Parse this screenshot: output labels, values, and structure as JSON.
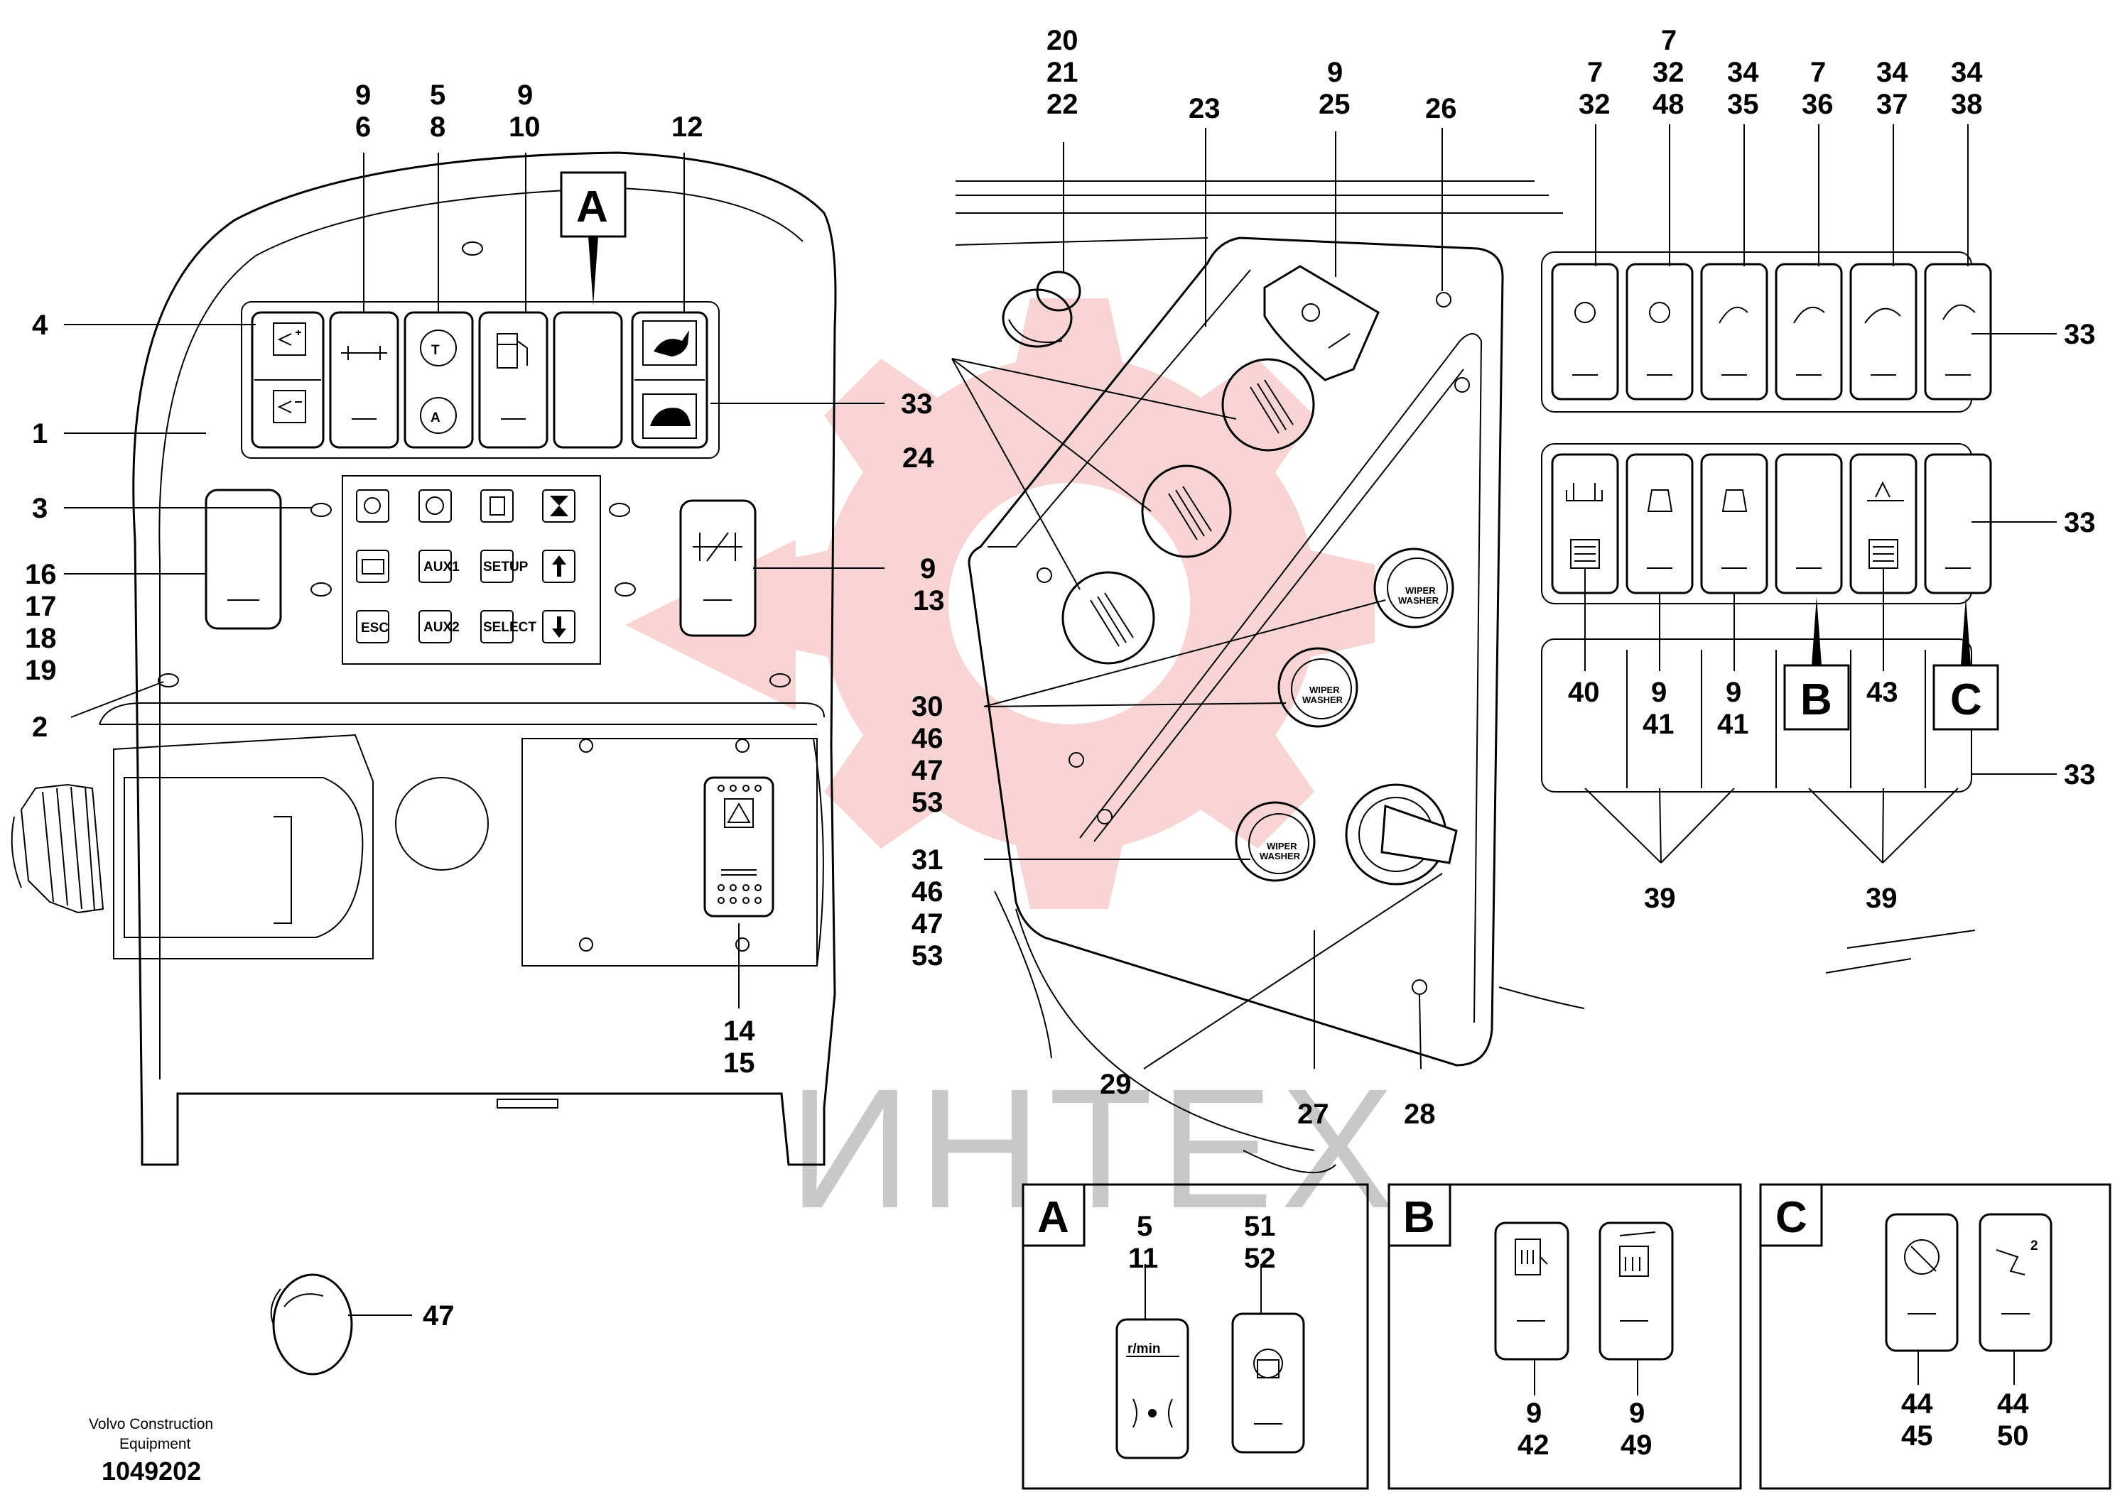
{
  "inset_letters": {
    "a": "A",
    "b": "B",
    "c": "C"
  },
  "watermark": "ИНТЕХ",
  "footer": {
    "maker_line1": "Volvo Construction",
    "maker_line2": "Equipment",
    "doc_number": "1049202"
  },
  "buttons": {
    "aux1": "AUX1",
    "aux2": "AUX2",
    "setup": "SETUP",
    "select": "SELECT",
    "esc": "ESC"
  },
  "knob_text": {
    "line1": "WIPER",
    "line2": "WASHER"
  },
  "inset_a_text": {
    "rmin": "r/min"
  },
  "numbers": {
    "n1": "1",
    "n2": "2",
    "n3": "3",
    "n4": "4",
    "n16": "16",
    "n17": "17",
    "n18": "18",
    "n19": "19",
    "n9a": "9",
    "n6": "6",
    "n5a": "5",
    "n8": "8",
    "n9b": "9",
    "n10": "10",
    "n12": "12",
    "n33a": "33",
    "n9c": "9",
    "n13": "13",
    "n14": "14",
    "n15": "15",
    "n47a": "47",
    "n20": "20",
    "n21": "21",
    "n22": "22",
    "n23": "23",
    "n9d": "9",
    "n25": "25",
    "n26": "26",
    "n24": "24",
    "n30": "30",
    "n46a": "46",
    "n47b": "47",
    "n53a": "53",
    "n31": "31",
    "n46b": "46",
    "n47c": "47",
    "n53b": "53",
    "n29": "29",
    "n27": "27",
    "n28": "28",
    "n7a": "7",
    "n32a": "32",
    "n7b": "7",
    "n32b": "32",
    "n48": "48",
    "n34a": "34",
    "n35": "35",
    "n7c": "7",
    "n36": "36",
    "n34b": "34",
    "n37": "37",
    "n34c": "34",
    "n38": "38",
    "n33b": "33",
    "n33c": "33",
    "n33d": "33",
    "n40": "40",
    "n9e": "9",
    "n41a": "41",
    "n9f": "9",
    "n41b": "41",
    "n43": "43",
    "n39a": "39",
    "n39b": "39",
    "n5b": "5",
    "n11": "11",
    "n51": "51",
    "n52": "52",
    "n9g": "9",
    "n42": "42",
    "n9h": "9",
    "n49": "49",
    "n44a": "44",
    "n45": "45",
    "n44b": "44",
    "n50": "50",
    "sup2": "2"
  }
}
